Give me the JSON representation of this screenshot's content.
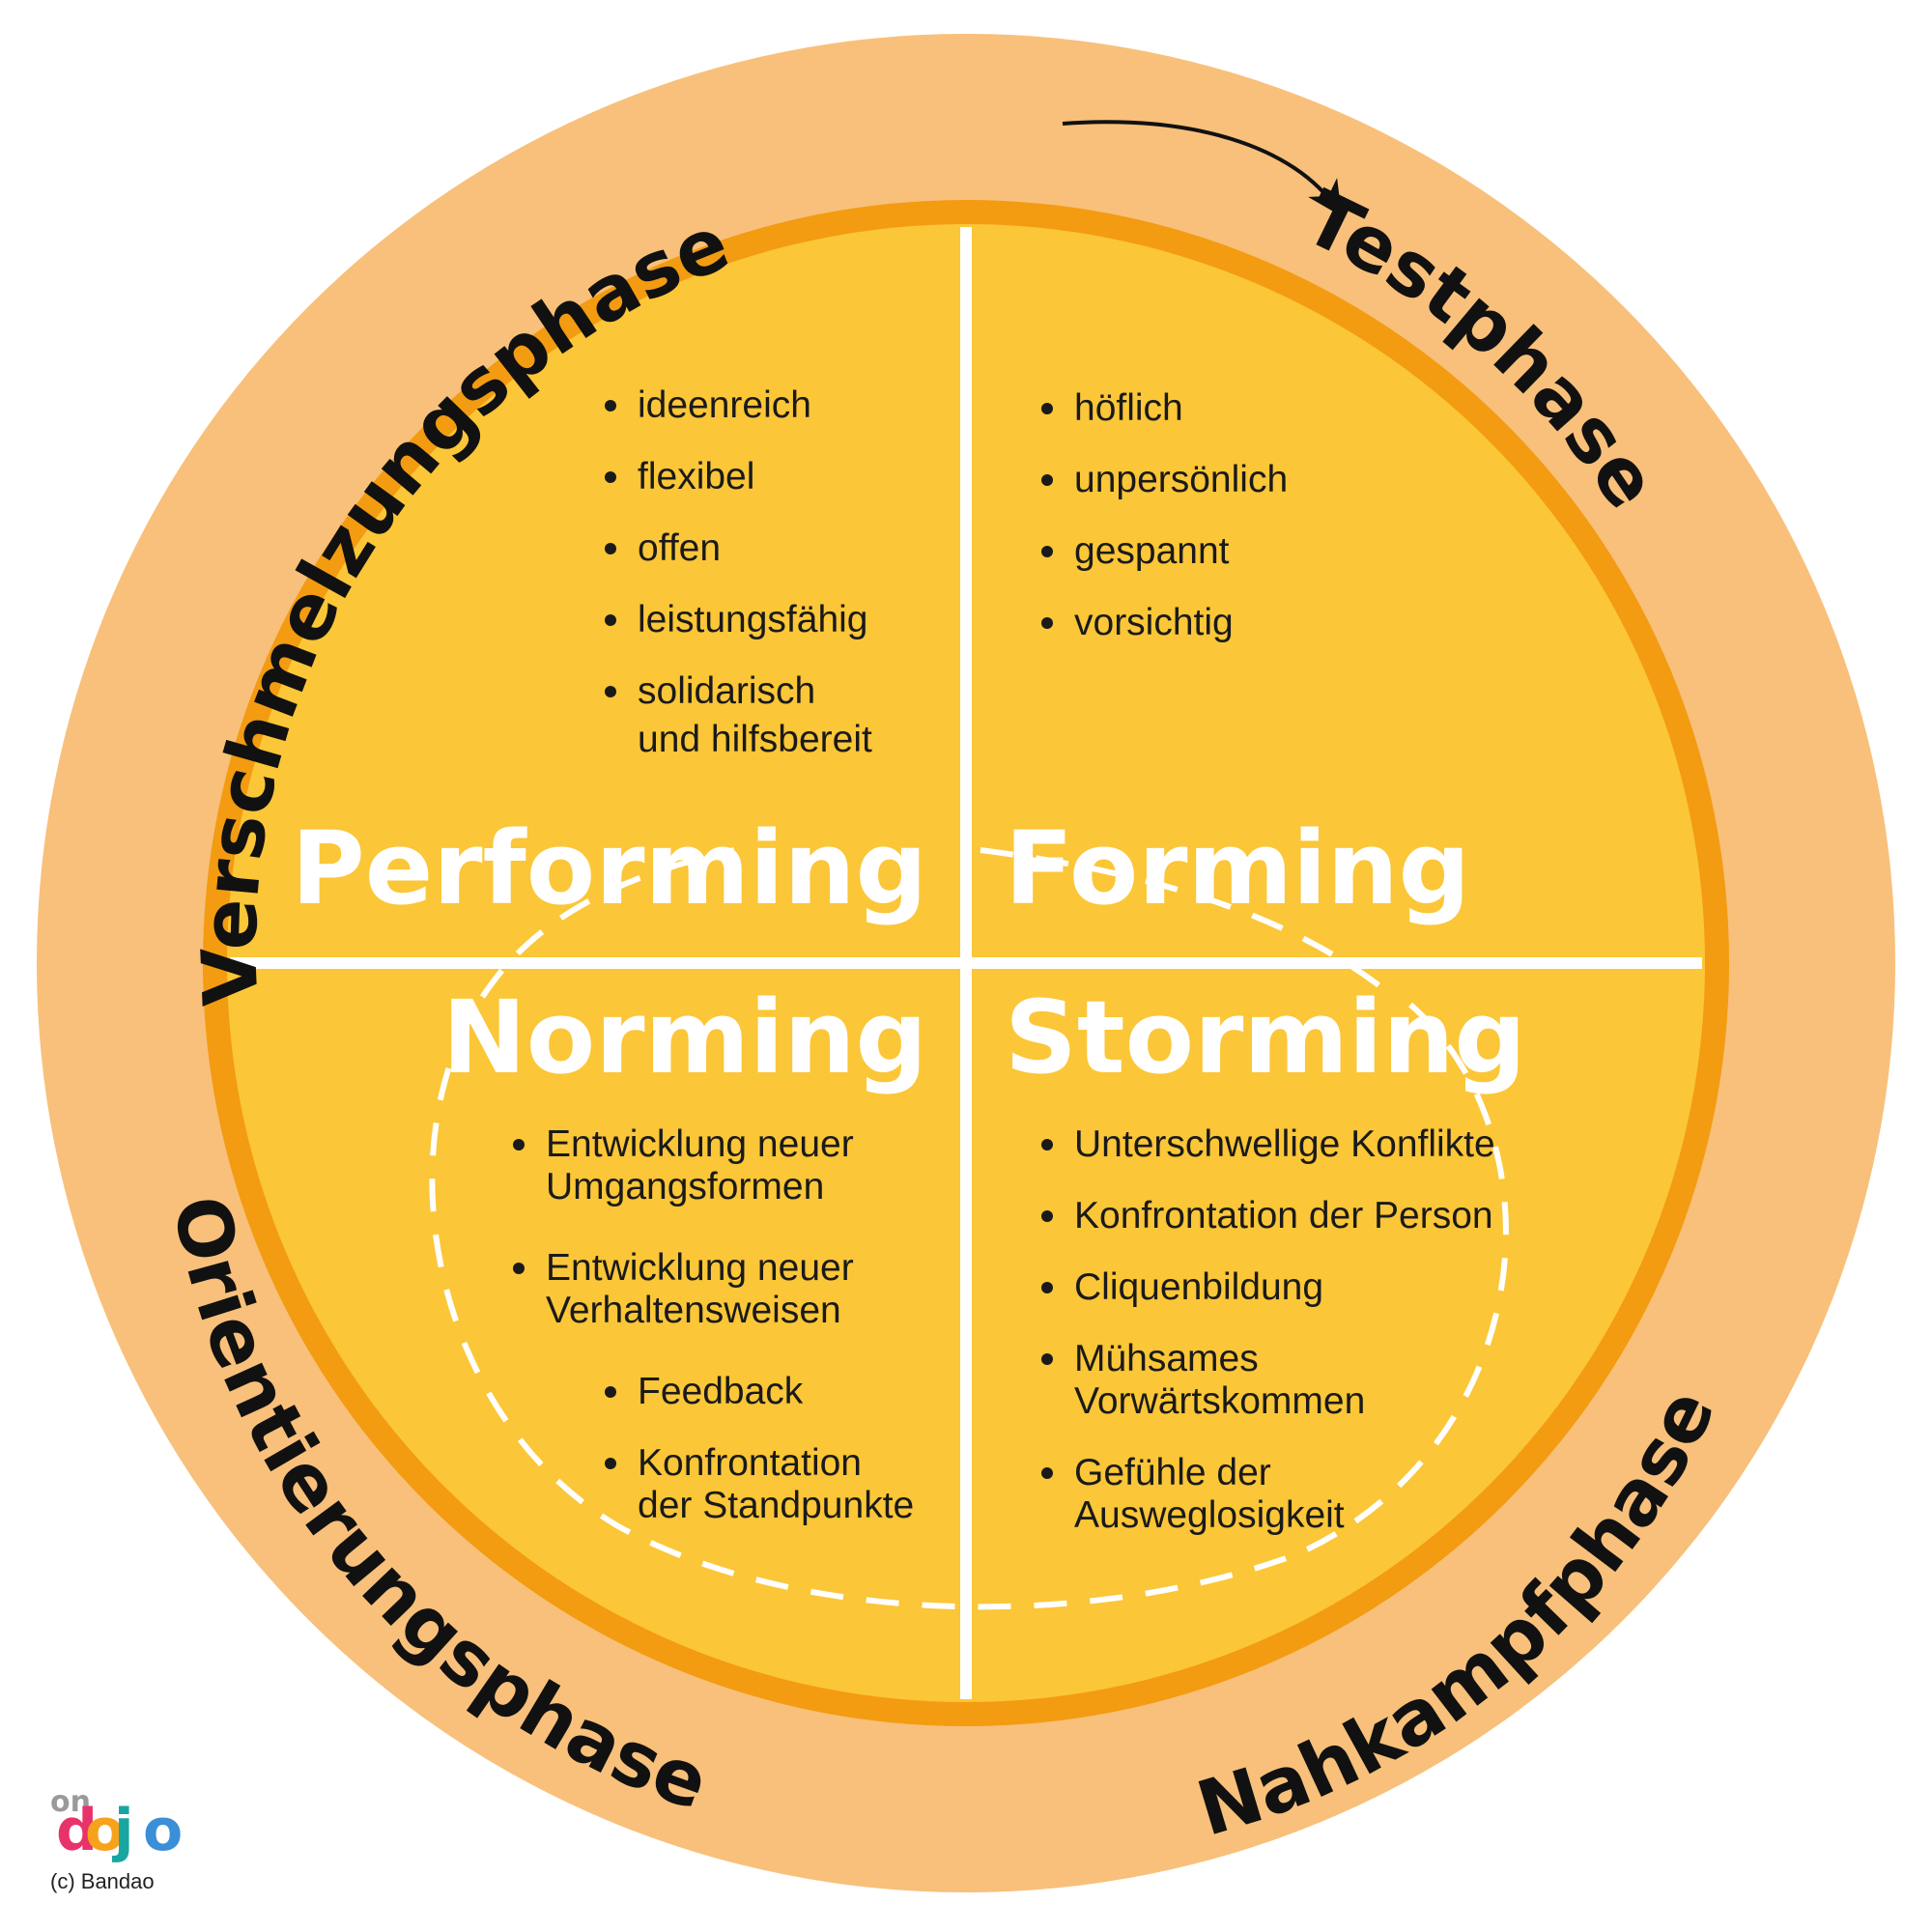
{
  "phases": {
    "top_left": "Verschmelzungsphase",
    "top_right": "Testphase",
    "bottom_left": "Orientierungsphase",
    "bottom_right": "Nahkampfphase"
  },
  "stages": {
    "performing": {
      "title": "Performing",
      "items": [
        "ideenreich",
        "flexibel",
        "offen",
        "leistungsfähig",
        [
          "solidarisch",
          "und hilfsbereit"
        ]
      ]
    },
    "forming": {
      "title": "Forming",
      "items": [
        "höflich",
        "unpersönlich",
        "gespannt",
        "vorsichtig"
      ]
    },
    "norming": {
      "title": "Norming",
      "items": [
        [
          "Entwicklung neuer",
          "Umgangsformen"
        ],
        [
          "Entwicklung neuer",
          "Verhaltensweisen"
        ],
        "Feedback",
        [
          "Konfrontation",
          "der Standpunkte"
        ]
      ]
    },
    "storming": {
      "title": "Storming",
      "items": [
        "Unterschwellige Konflikte",
        "Konfrontation der Person",
        "Cliquenbildung",
        [
          "Mühsames",
          "Vorwärtskommen"
        ],
        [
          "Gefühle der",
          "Ausweglosigkeit"
        ]
      ]
    }
  },
  "logo": {
    "prefix": "on",
    "letters": [
      "d",
      "o",
      "j",
      "o"
    ],
    "colors": [
      "#e8336a",
      "#f7a21b",
      "#1aa6a0",
      "#3a8fd6"
    ]
  },
  "copyright": "(c) Bandao",
  "colors": {
    "outer_ring": "#f8c07a",
    "inner_ring": "#f39b11",
    "quadrant": "#fbc637",
    "divider": "#ffffff"
  }
}
